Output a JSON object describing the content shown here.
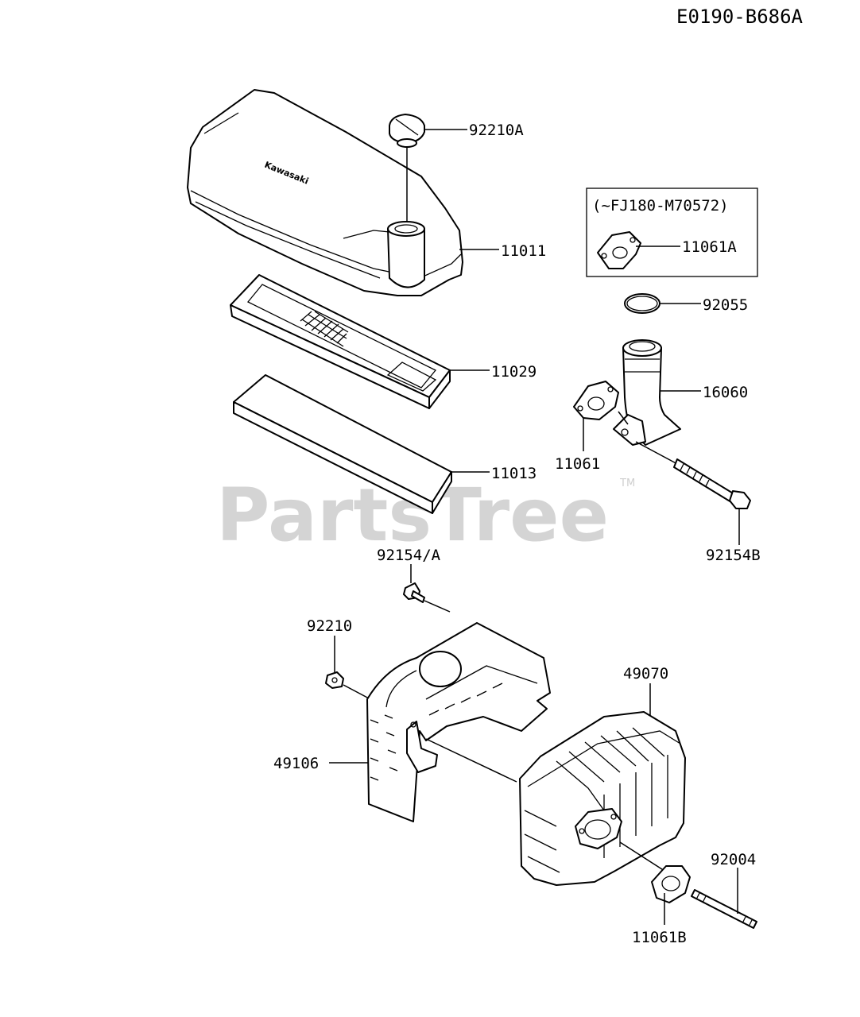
{
  "diagram_code": "E0190-B686A",
  "watermark": "PartsTree",
  "watermark_mark": "TM",
  "brand_text": "Kawasaki",
  "variant_box_label": "(~FJ180-M70572)",
  "parts": [
    {
      "id": "92210A",
      "name": "cap"
    },
    {
      "id": "11011",
      "name": "air-cleaner-cover"
    },
    {
      "id": "11029",
      "name": "air-filter-element"
    },
    {
      "id": "11013",
      "name": "pre-filter"
    },
    {
      "id": "11061A",
      "name": "gasket-variant"
    },
    {
      "id": "92055",
      "name": "o-ring"
    },
    {
      "id": "16060",
      "name": "intake-elbow"
    },
    {
      "id": "11061",
      "name": "gasket"
    },
    {
      "id": "92154B",
      "name": "long-bolt"
    },
    {
      "id": "92154/A",
      "name": "bolt"
    },
    {
      "id": "92210",
      "name": "nut"
    },
    {
      "id": "49070",
      "name": "muffler"
    },
    {
      "id": "49106",
      "name": "muffler-guard"
    },
    {
      "id": "92004",
      "name": "stud"
    },
    {
      "id": "11061B",
      "name": "muffler-gasket"
    }
  ]
}
